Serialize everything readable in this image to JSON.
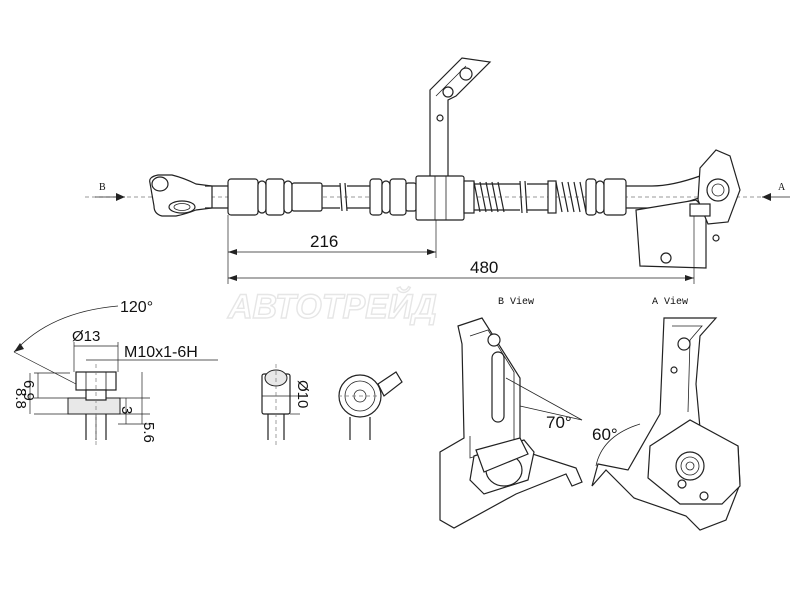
{
  "labels": {
    "view_b_arrow": "B",
    "view_a_arrow": "A",
    "dim_216": "216",
    "dim_480": "480",
    "angle_120": "120°",
    "dia_13": "Ø13",
    "thread": "M10x1-6H",
    "dim_6_9": "6.9",
    "dim_8_8": "8.8",
    "dim_3": "3",
    "dim_5_6": "5.6",
    "dia_10": "Ø10",
    "b_view": "B View",
    "a_view": "A View",
    "angle_70": "70°",
    "angle_60": "60°",
    "watermark": "АВТОТРЕЙД"
  }
}
